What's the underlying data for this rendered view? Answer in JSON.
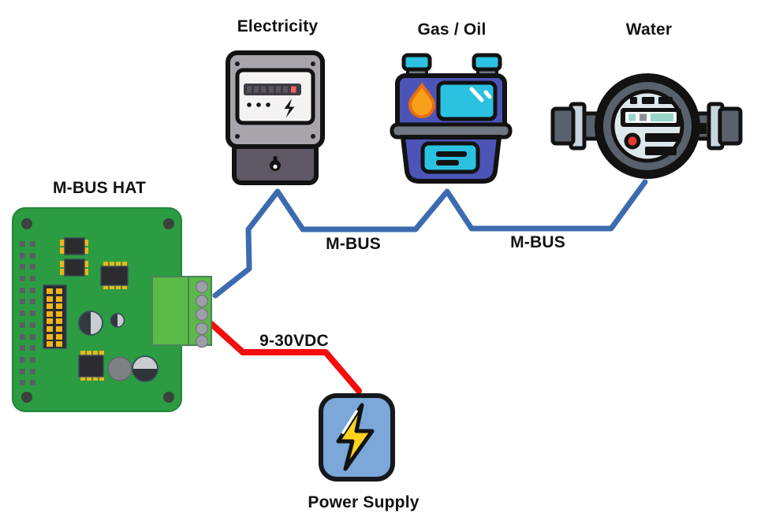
{
  "labels": {
    "electricity": "Electricity",
    "gas_oil": "Gas / Oil",
    "water": "Water",
    "mbus_hat": "M-BUS HAT",
    "mbus_link_1": "M-BUS",
    "mbus_link_2": "M-BUS",
    "power_link": "9-30VDC",
    "power_supply": "Power Supply"
  },
  "colors": {
    "mbus_line": "#3C6BAF",
    "power_line": "#F50D0D",
    "board_green": "#2B9C41",
    "terminal_green": "#5BBA47",
    "meter_body_gray": "#A7A4AA",
    "meter_panel": "#F4F2F2",
    "meter_lower_gray": "#5F5966",
    "gas_body_blue": "#4C55B7",
    "cyan": "#2BC1E0",
    "pipe_gray": "#6F7780",
    "water_ring_gray": "#59626C",
    "water_face": "#DDE8EC",
    "psu_blue": "#7BA7D9",
    "bolt_yellow": "#FFD21E",
    "flame_orange": "#F9A01B",
    "alert_red": "#E8392E",
    "label_text": "#121212"
  }
}
